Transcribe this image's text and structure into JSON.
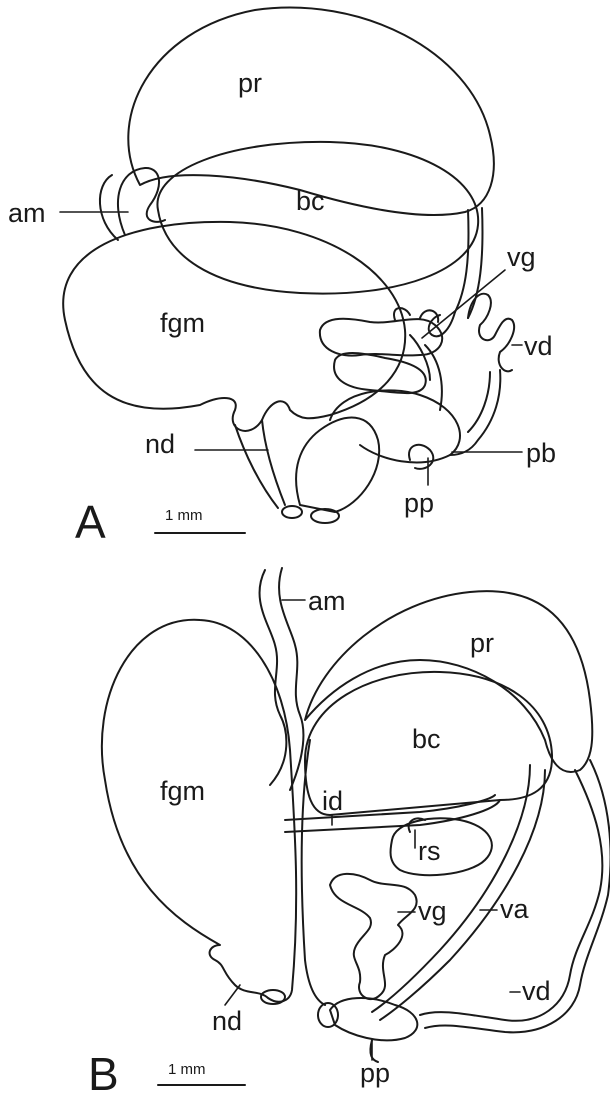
{
  "panels": [
    {
      "letter": "A",
      "scale_label": "1 mm",
      "labels": {
        "pr": "pr",
        "bc": "bc",
        "am": "am",
        "vg": "vg",
        "fgm": "fgm",
        "vd": "vd",
        "nd": "nd",
        "pb": "pb",
        "pp": "pp"
      }
    },
    {
      "letter": "B",
      "scale_label": "1 mm",
      "labels": {
        "am": "am",
        "pr": "pr",
        "bc": "bc",
        "fgm": "fgm",
        "id": "id",
        "rs": "rs",
        "vg": "vg",
        "va": "va",
        "vd": "vd",
        "nd": "nd",
        "pp": "pp"
      }
    }
  ],
  "colors": {
    "ink": "#1a1a1a",
    "background": "#ffffff"
  }
}
